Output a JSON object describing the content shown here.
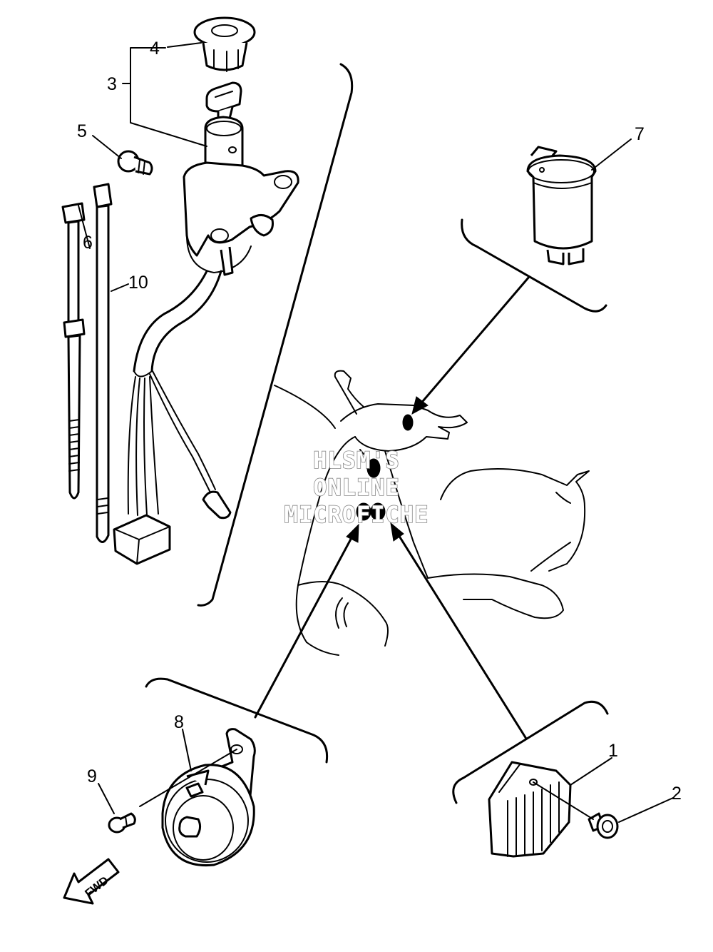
{
  "callouts": {
    "c1": "1",
    "c2": "2",
    "c3": "3",
    "c4": "4",
    "c5": "5",
    "c6": "6",
    "c7": "7",
    "c8": "8",
    "c9": "9",
    "c10": "10"
  },
  "watermark": {
    "line1": "HLSM'S",
    "line2": "ONLINE",
    "line3": "MICROFICHE"
  },
  "direction": {
    "label": "FWD"
  },
  "colors": {
    "ink": "#000000",
    "background": "#ffffff",
    "watermark_outline": "#8a8a8a"
  }
}
